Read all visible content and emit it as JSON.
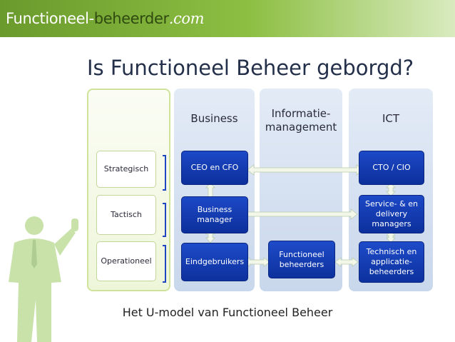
{
  "brand": {
    "part1": "Functioneel-",
    "part2": "beheerder",
    "part3": ".com"
  },
  "title": "Is Functioneel Beheer geborgd?",
  "columns": {
    "business": "Business",
    "info": "Informatie-\nmanagement",
    "ict": "ICT"
  },
  "levels": {
    "strategic": "Strategisch",
    "tactical": "Tactisch",
    "operational": "Operationeel"
  },
  "business": {
    "strategic": "CEO en CFO",
    "tactical": "Business\nmanager",
    "operational": "Eindgebruikers"
  },
  "info": {
    "operational": "Functioneel\nbeheerders"
  },
  "ict": {
    "strategic": "CTO / CIO",
    "tactical": "Service- & en\ndelivery\nmanagers",
    "operational": "Technisch en\napplicatie-\nbeheerders"
  },
  "caption": "Het U-model van Functioneel Beheer",
  "colors": {
    "header": "#8dbf43",
    "box_blue": "#1d49c7",
    "column_bg": "#d4dff0",
    "arrow": "#f2f7ea"
  }
}
